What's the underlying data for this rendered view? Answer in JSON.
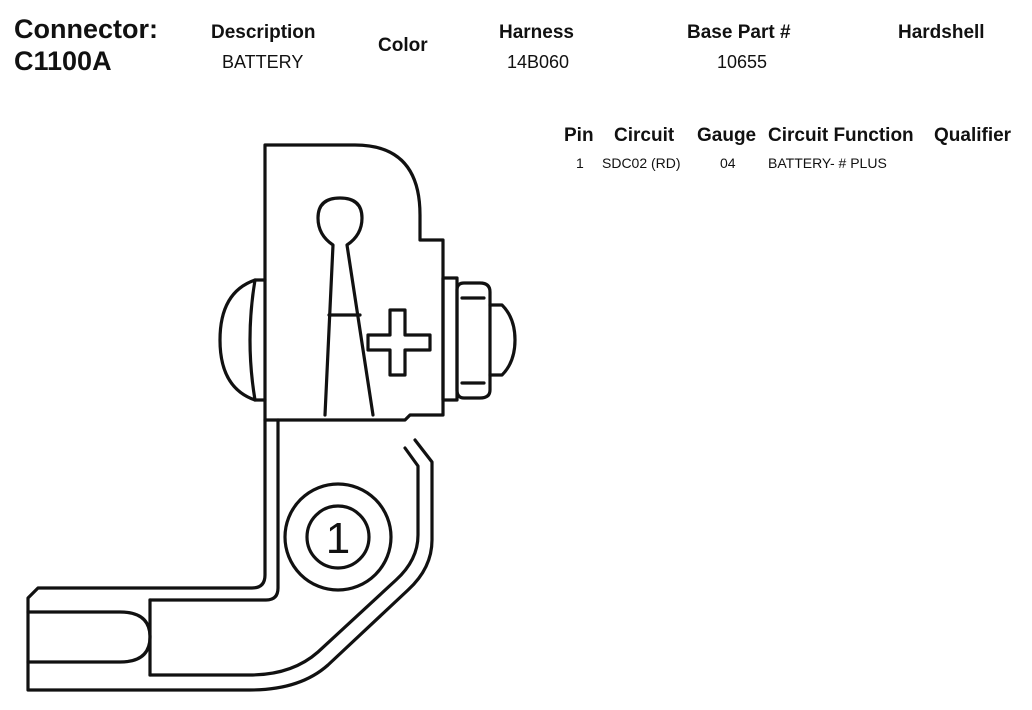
{
  "connector": {
    "label": "Connector:",
    "id": "C1100A"
  },
  "header": {
    "description_label": "Description",
    "description_value": "BATTERY",
    "color_label": "Color",
    "color_value": "",
    "harness_label": "Harness",
    "harness_value": "14B060",
    "base_part_label": "Base Part #",
    "base_part_value": "10655",
    "hardshell_label": "Hardshell",
    "hardshell_value": ""
  },
  "pin_table": {
    "columns": [
      "Pin",
      "Circuit",
      "Gauge",
      "Circuit Function",
      "Qualifier"
    ],
    "rows": [
      {
        "pin": "1",
        "circuit": "SDC02 (RD)",
        "gauge": "04",
        "function": "BATTERY- # PLUS",
        "qualifier": ""
      }
    ]
  },
  "drawing": {
    "pin_marker": "1",
    "polarity_symbol": "plus-sign-icon"
  }
}
